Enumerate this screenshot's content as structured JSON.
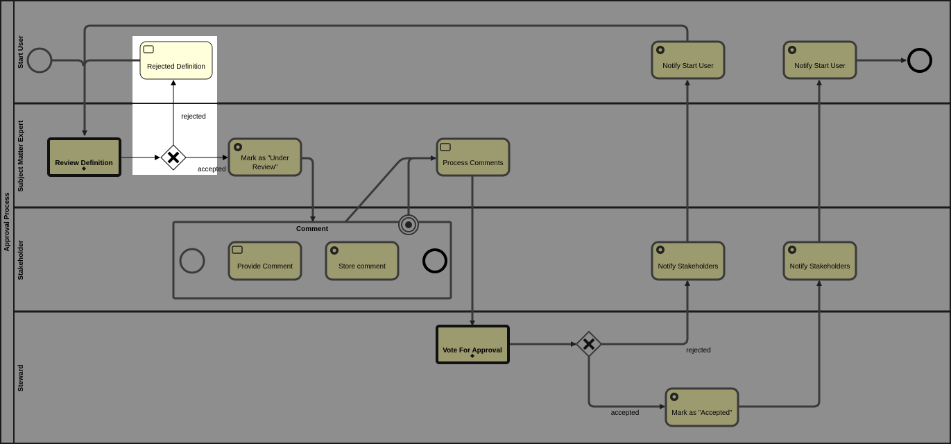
{
  "pool": {
    "title": "Approval Process"
  },
  "lanes": {
    "start_user": "Start User",
    "sme": "Subject Matter Expert",
    "stakeholder": "Stakeholder",
    "steward": "Steward"
  },
  "tasks": {
    "rejected_definition": "Rejected Definition",
    "review_definition": "Review Definition",
    "mark_under_review_l1": "Mark as \"Under",
    "mark_under_review_l2": "Review\"",
    "process_comments": "Process Comments",
    "notify_start_user_1": "Notify Start User",
    "notify_start_user_2": "Notify Start User",
    "comment_subprocess": "Comment",
    "provide_comment": "Provide Comment",
    "store_comment": "Store comment",
    "notify_stakeholders_1": "Notify Stakeholders",
    "notify_stakeholders_2": "Notify Stakeholders",
    "vote_for_approval": "Vote For Approval",
    "mark_accepted": "Mark as \"Accepted\""
  },
  "edges": {
    "rejected_top": "rejected",
    "accepted_top": "accepted",
    "rejected_bottom": "rejected",
    "accepted_bottom": "accepted"
  },
  "colors": {
    "background": "#8e8e8e",
    "task_fill_dim": "#9c9a6f",
    "task_fill_highlight": "#ffffdc",
    "highlight_panel": "#ffffff",
    "stroke_dim": "#3a3a3a"
  }
}
